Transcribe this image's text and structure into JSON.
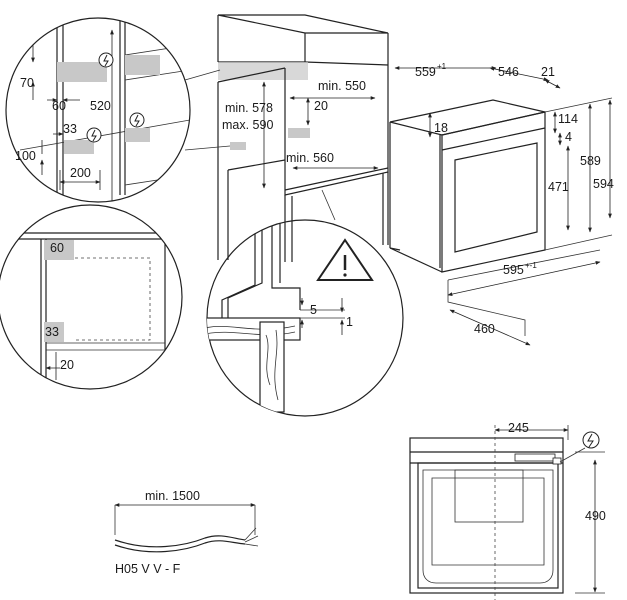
{
  "cabinet_detail": {
    "dims": {
      "d70": "70",
      "d520": "520",
      "d60": "60",
      "d33": "33",
      "d100": "100",
      "d200": "200"
    }
  },
  "niche": {
    "min_550": "min. 550",
    "d20": "20",
    "min_578": "min. 578",
    "max_590": "max. 590",
    "min_560": "min. 560"
  },
  "oven": {
    "w559": "559",
    "w559_tol": "+1",
    "d546": "546",
    "d21": "21",
    "h114": "114",
    "h4": "4",
    "h18": "18",
    "h589": "589",
    "h594": "594",
    "h471": "471",
    "w595": "595",
    "w595_tol": "+-1",
    "d460": "460"
  },
  "rear_detail": {
    "d60": "60",
    "d33": "33",
    "d20": "20"
  },
  "mount_detail": {
    "d5": "5",
    "d1": "1"
  },
  "cable": {
    "min_1500": "min. 1500",
    "type": "H05 V V - F"
  },
  "front_view": {
    "w245": "245",
    "h490": "490"
  },
  "icons": [
    "plug-icon",
    "warning-icon"
  ],
  "colors": {
    "line": "#222222",
    "shade": "#c8c8c8",
    "background": "#ffffff"
  }
}
